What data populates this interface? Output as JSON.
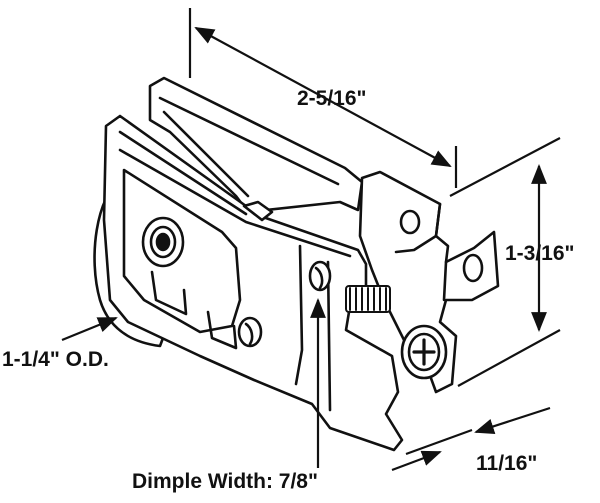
{
  "labels": {
    "length": "2-5/16\"",
    "height": "1-3/16\"",
    "wheel_diameter": "1-1/4\" O.D.",
    "depth": "11/16\"",
    "dimple_width": "Dimple Width: 7/8\""
  },
  "colors": {
    "line": "#111111",
    "background": "#ffffff"
  }
}
